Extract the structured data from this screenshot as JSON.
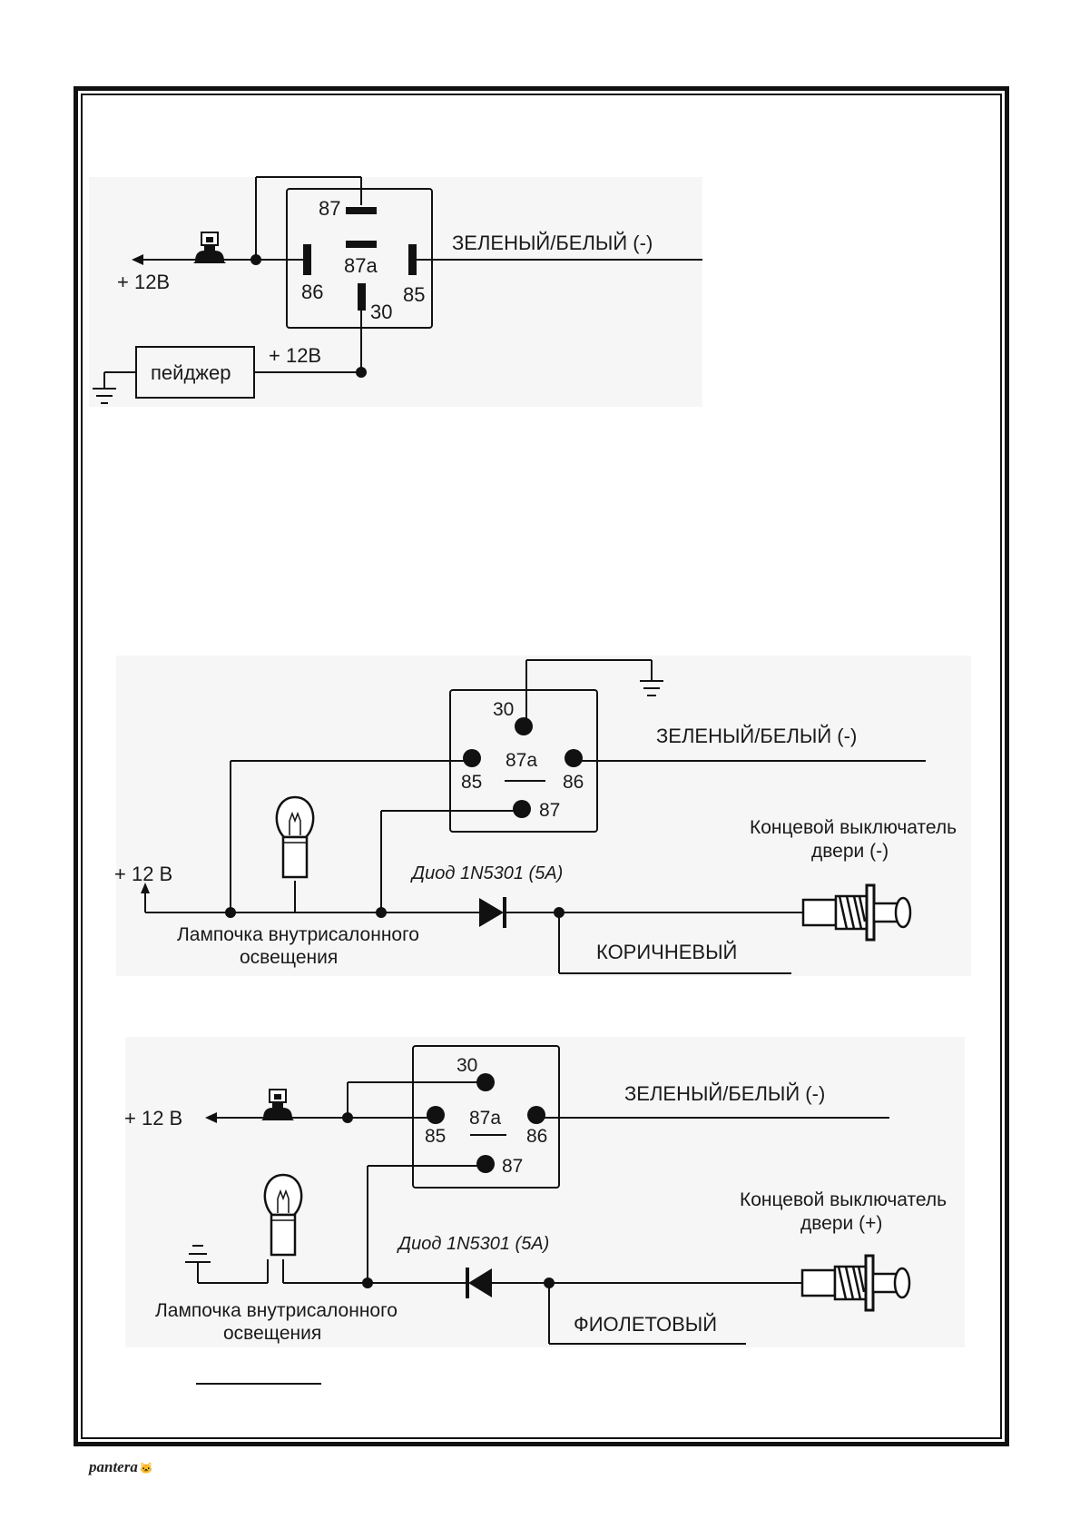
{
  "diagram1": {
    "pin_87": "87",
    "pin_87a": "87a",
    "pin_86": "86",
    "pin_85": "85",
    "pin_30": "30",
    "plus12_left": "+ 12В",
    "plus12_pager": "+ 12В",
    "pager": "пейджер",
    "wire": "ЗЕЛЕНЫЙ/БЕЛЫЙ (-)"
  },
  "diagram2": {
    "pin_30": "30",
    "pin_87a": "87a",
    "pin_85": "85",
    "pin_86": "86",
    "pin_87": "87",
    "wire": "ЗЕЛЕНЫЙ/БЕЛЫЙ (-)",
    "switch_line1": "Концевой выключатель",
    "switch_line2": "двери (-)",
    "plus12": "+ 12 В",
    "diode": "Диод 1N5301 (5А)",
    "lamp_line1": "Лампочка внутрисалонного",
    "lamp_line2": "освещения",
    "brown": "КОРИЧНЕВЫЙ"
  },
  "diagram3": {
    "pin_30": "30",
    "pin_87a": "87a",
    "pin_85": "85",
    "pin_86": "86",
    "pin_87": "87",
    "wire": "ЗЕЛЕНЫЙ/БЕЛЫЙ (-)",
    "plus12": "+ 12 В",
    "switch_line1": "Концевой выключатель",
    "switch_line2": "двери (+)",
    "diode": "Диод 1N5301 (5А)",
    "lamp_line1": "Лампочка внутрисалонного",
    "lamp_line2": "освещения",
    "violet": "ФИОЛЕТОВЫЙ"
  },
  "footer": {
    "logo": "pantera"
  }
}
